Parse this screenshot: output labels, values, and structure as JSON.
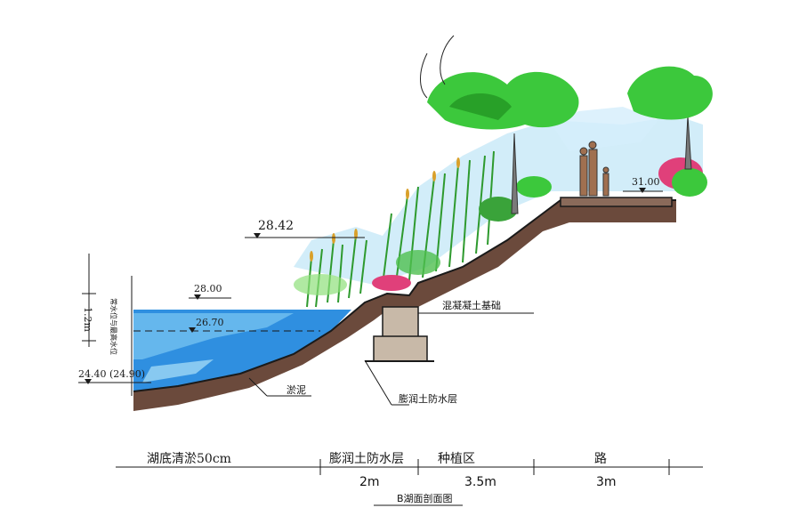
{
  "diagram": {
    "title": "B湖面剖面图",
    "elevations": {
      "top_bank": "28.42",
      "water_surface": "28.00",
      "normal_water": "26.70",
      "bottom": "24.40 (24.90)",
      "road": "31.00"
    },
    "side_note": "常水位与最高水位",
    "side_dim": "1.2m",
    "callouts": {
      "concrete_base": "混凝凝土基础",
      "bentonite": "膨润土防水层",
      "silt": "淤泥"
    },
    "zones": [
      {
        "label": "湖底清淤50cm",
        "width": ""
      },
      {
        "label": "膨润土防水层",
        "width": "2m"
      },
      {
        "label": "种植区",
        "width": "3.5m"
      },
      {
        "label": "路",
        "width": "3m"
      }
    ]
  },
  "colors": {
    "water": "#2f8fe0",
    "water_light": "#7cc7f2",
    "soil": "#6b4a3c",
    "grass": "#2e9a2e",
    "leaf": "#3cc83c",
    "flower": "#e0407a",
    "sky_wash": "#bfe6f7"
  }
}
